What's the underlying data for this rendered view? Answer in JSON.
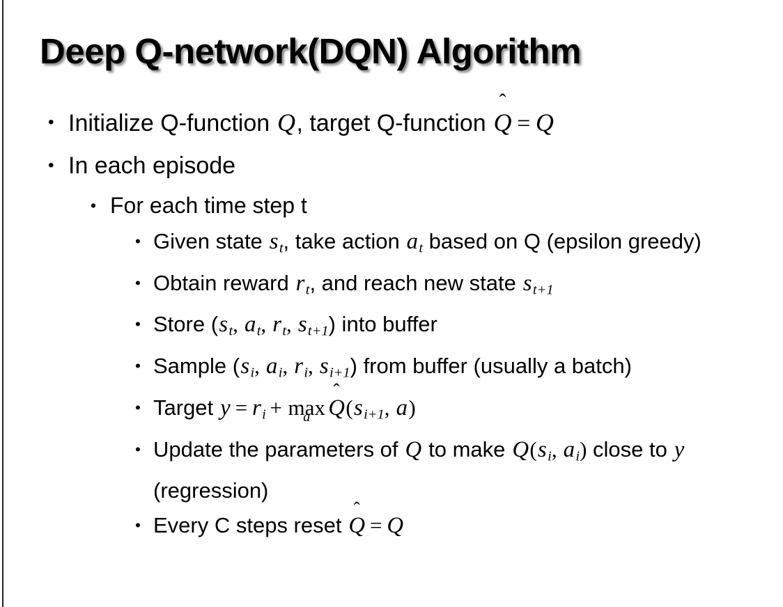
{
  "slide": {
    "title": "Deep Q-network(DQN) Algorithm",
    "background_color": "#ffffff",
    "text_color": "#000000",
    "edge_rule_color": "#231f20",
    "bullet_marker": "•",
    "content": [
      {
        "level": 1,
        "text": "Initialize Q-function Q, target Q-function Q̂ = Q",
        "parts": {
          "p1": "Initialize Q-function ",
          "m1": "Q",
          "p2": ", target Q-function ",
          "m2": "Q",
          "hat": "̂",
          "eq": "=",
          "m3": "Q"
        }
      },
      {
        "level": 1,
        "text": "In each episode"
      },
      {
        "level": 2,
        "text": "For each time step t"
      },
      {
        "level": 3,
        "text": "Given state s_t, take action a_t based on Q (epsilon greedy)",
        "parts": {
          "p1": "Given state ",
          "m1": "s",
          "m1sub": "t",
          "p2": ", take action ",
          "m2": "a",
          "m2sub": "t",
          "p3": " based on Q (epsilon greedy)"
        }
      },
      {
        "level": 3,
        "text": "Obtain reward r_t, and reach new state s_{t+1}",
        "parts": {
          "p1": "Obtain reward ",
          "m1": "r",
          "m1sub": "t",
          "p2": ", and reach new state ",
          "m2": "s",
          "m2sub": "t+1"
        }
      },
      {
        "level": 3,
        "text": "Store (s_t, a_t, r_t, s_{t+1}) into buffer",
        "parts": {
          "p1": "Store (",
          "m1": "s",
          "m1sub": "t",
          "sep1": ", ",
          "m2": "a",
          "m2sub": "t",
          "sep2": ", ",
          "m3": "r",
          "m3sub": "t",
          "sep3": ", ",
          "m4": "s",
          "m4sub": "t+1",
          "p2": ") into buffer"
        }
      },
      {
        "level": 3,
        "text": "Sample (s_i, a_i, r_i, s_{i+1}) from buffer (usually a batch)",
        "parts": {
          "p1": "Sample (",
          "m1": "s",
          "m1sub": "i",
          "sep1": ", ",
          "m2": "a",
          "m2sub": "i",
          "sep2": ", ",
          "m3": "r",
          "m3sub": "i",
          "sep3": ", ",
          "m4": "s",
          "m4sub": "i+1",
          "p2": ") from buffer (usually a batch)"
        }
      },
      {
        "level": 3,
        "text": "Target y = r_i + max_a Q̂(s_{i+1}, a)",
        "parts": {
          "p1": "Target ",
          "my": "y",
          "eq": "=",
          "mr": "r",
          "mrsub": "i",
          "plus": "+",
          "maxop": "max",
          "maxsub": "a",
          "mq": "Q",
          "hat": "̂",
          "paren_open": "(",
          "ms": "s",
          "mssub": "i+1",
          "comma": ", ",
          "ma": "a",
          "paren_close": ")"
        }
      },
      {
        "level": 3,
        "text": "Update the parameters of Q to make Q(s_i, a_i) close to y (regression)",
        "parts": {
          "p1": "Update the parameters of ",
          "m1": "Q",
          "p2": " to make ",
          "m2": "Q",
          "paren_open": "(",
          "ms": "s",
          "mssub": "i",
          "comma": ", ",
          "ma": "a",
          "masub": "i",
          "paren_close": ")",
          "p3": " close to ",
          "my": "y",
          "p4": " (regression)"
        }
      },
      {
        "level": 3,
        "text": "Every C steps reset Q̂ = Q",
        "parts": {
          "p1": "Every C steps reset ",
          "m1": "Q",
          "hat": "̂",
          "eq": "=",
          "m2": "Q"
        }
      }
    ]
  }
}
